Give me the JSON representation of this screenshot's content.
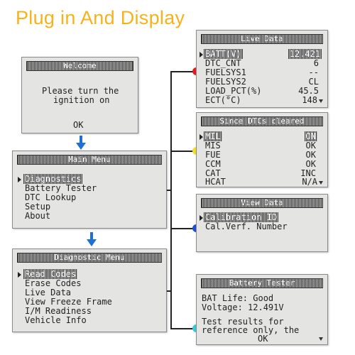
{
  "title": "Plug in And Display",
  "welcome": {
    "header": "Welcome",
    "message_line1": "Please turn the",
    "message_line2": "ignition on",
    "ok": "OK"
  },
  "main_menu": {
    "header": "Main Menu",
    "items": [
      "Diagnostics",
      "Battery Tester",
      "DTC Lookup",
      "Setup",
      "About"
    ]
  },
  "diagnostic_menu": {
    "header": "Diagnostic Menu",
    "items": [
      "Read Codes",
      "Erase Codes",
      "Live Data",
      "View Freeze Frame",
      "I/M Readiness",
      "Vehicle Info"
    ]
  },
  "live_data": {
    "header": "Live Data",
    "rows": [
      {
        "label": "BATT(V)",
        "value": "12.421"
      },
      {
        "label": "DTC_CNT",
        "value": "6"
      },
      {
        "label": "FUELSYS1",
        "value": "--"
      },
      {
        "label": "FUELSYS2",
        "value": "CL"
      },
      {
        "label": "LOAD_PCT(%)",
        "value": "45.5"
      },
      {
        "label": "ECT(°C)",
        "value": "148"
      }
    ]
  },
  "since_dtcs": {
    "header": "Since DTCs cleared",
    "rows": [
      {
        "label": "MIL",
        "value": "ON"
      },
      {
        "label": "MIS",
        "value": "OK"
      },
      {
        "label": "FUE",
        "value": "OK"
      },
      {
        "label": "CCM",
        "value": "OK"
      },
      {
        "label": "CAT",
        "value": "INC"
      },
      {
        "label": "HCAT",
        "value": "N/A"
      }
    ]
  },
  "view_data": {
    "header": "View Data",
    "items": [
      "Calibration ID",
      "Cal.Verf. Number"
    ]
  },
  "battery_tester": {
    "header": "Battery Tester",
    "life": "BAT Life: Good",
    "voltage": "Voltage: 12.491V",
    "note_line1": "Test results for",
    "note_line2": "reference only, the",
    "ok": "OK"
  },
  "colors": {
    "title": "#f7b21a",
    "flow_arrow": "#1f6fd6",
    "dot_live_data": "#e11f1f",
    "dot_since_dtcs": "#f5dc2a",
    "dot_view_data": "#1f4fd6",
    "dot_battery": "#39c9d9"
  }
}
